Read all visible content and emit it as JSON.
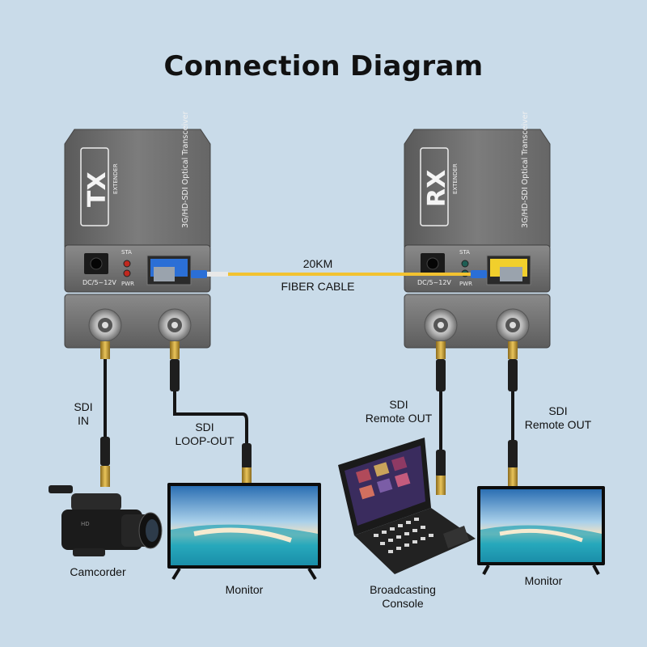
{
  "title": "Connection Diagram",
  "tx": {
    "badge": "TX",
    "extender": "EXTENDER",
    "product": "3G/HD-SDI Optical Transceiver",
    "power": "DC/5~12V",
    "sta": "STA",
    "pwr": "PWR"
  },
  "rx": {
    "badge": "RX",
    "extender": "EXTENDER",
    "product": "3G/HD-SDI Optical Transceiver",
    "power": "DC/5~12V",
    "sta": "STA",
    "pwr": "PWR"
  },
  "fiber": {
    "distance": "20KM",
    "label": "FIBER CABLE"
  },
  "cables": {
    "sdi_in": [
      "SDI",
      "IN"
    ],
    "sdi_loop": [
      "SDI",
      "LOOP-OUT"
    ],
    "sdi_remote_1": [
      "SDI",
      "Remote OUT"
    ],
    "sdi_remote_2": [
      "SDI",
      "Remote OUT"
    ]
  },
  "devices": {
    "camcorder": "Camcorder",
    "monitor_left": "Monitor",
    "console": [
      "Broadcasting",
      "Console"
    ],
    "monitor_right": "Monitor"
  },
  "colors": {
    "background": "#c9dbe9",
    "unit_body": "#6e6e6e",
    "fiber": "#f2c230",
    "sfp_tx": "#2b6fd6",
    "sfp_rx": "#f1cf2c",
    "led_tx": "#c0281e",
    "led_rx": "#1e5e54"
  }
}
